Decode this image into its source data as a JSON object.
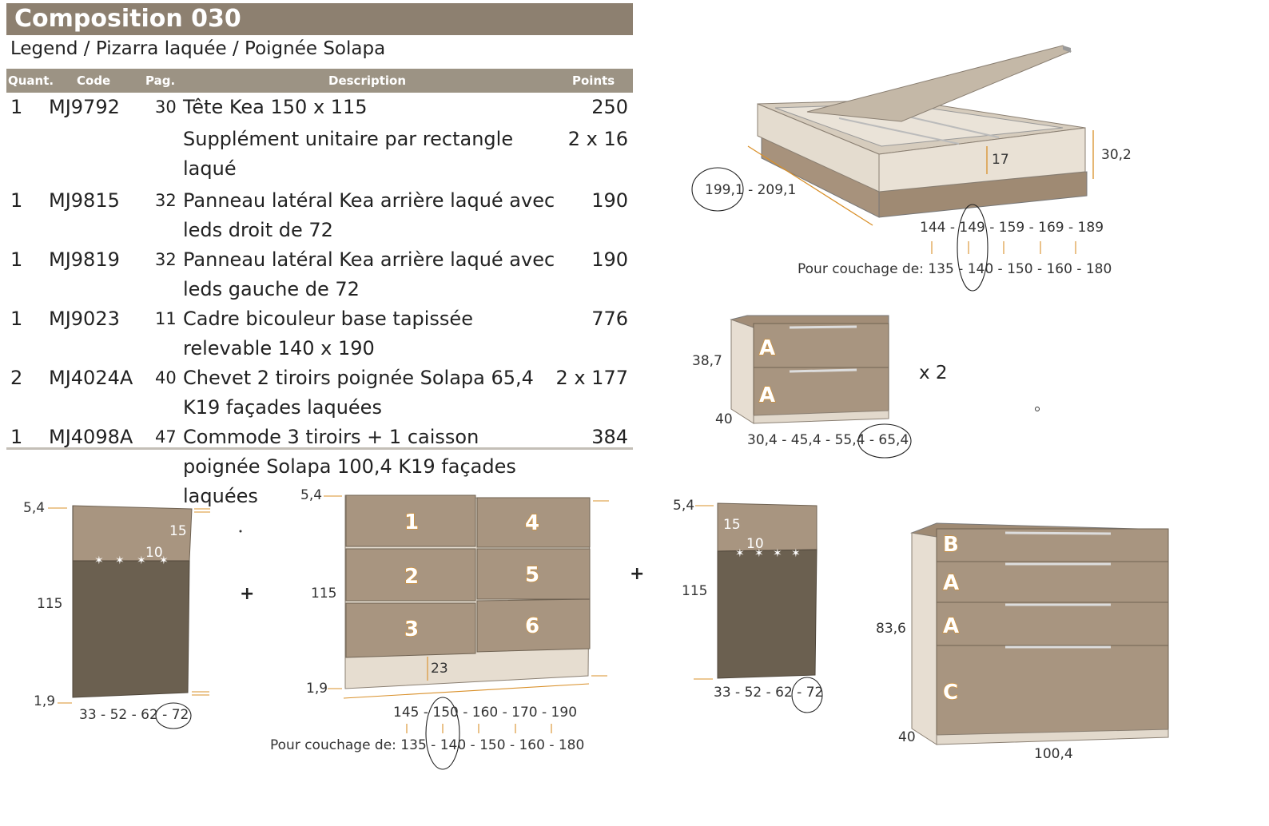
{
  "title": "Composition 030",
  "subtitle": "Legend / Pizarra laquée / Poignée Solapa",
  "table": {
    "headers": {
      "quant": "Quant.",
      "code": "Code",
      "pag": "Pag.",
      "description": "Description",
      "points": "Points"
    },
    "rows": [
      {
        "quant": "1",
        "code": "MJ9792",
        "pag": "30",
        "description": "Tête Kea 150 x 115",
        "points": "250"
      },
      {
        "quant": "",
        "code": "",
        "pag": "",
        "description": "Supplément unitaire par rectangle laqué",
        "points": "2 x 16"
      },
      {
        "quant": "1",
        "code": "MJ9815",
        "pag": "32",
        "description": "Panneau latéral Kea arrière laqué avec leds droit de 72",
        "points": "190"
      },
      {
        "quant": "1",
        "code": "MJ9819",
        "pag": "32",
        "description": "Panneau latéral Kea arrière laqué avec leds gauche de 72",
        "points": "190"
      },
      {
        "quant": "1",
        "code": "MJ9023",
        "pag": "11",
        "description": "Cadre bicouleur base tapissée relevable 140 x 190",
        "points": "776"
      },
      {
        "quant": "2",
        "code": "MJ4024A",
        "pag": "40",
        "description": "Chevet 2 tiroirs poignée Solapa 65,4 K19 façades laquées",
        "points": "2 x 177"
      },
      {
        "quant": "1",
        "code": "MJ4098A",
        "pag": "47",
        "description": "Commode 3 tiroirs + 1 caisson poignée Solapa 100,4 K19 façades laquées",
        "points": "384"
      }
    ]
  },
  "bed": {
    "length": "199,1 - 209,1",
    "height_inner": "17",
    "height": "30,2",
    "widths": "144 - 149 - 159 - 169 - 189",
    "couchage": "Pour couchage de: 135 - 140 - 150 - 160 - 180"
  },
  "nightstand": {
    "height": "38,7",
    "depth": "40",
    "widths": "30,4 - 45,4 - 55,4 - 65,4",
    "qty": "x 2",
    "drawer_labels": [
      "A",
      "A"
    ]
  },
  "panel_left": {
    "top": "5,4",
    "height": "115",
    "bottom": "1,9",
    "widths": "33 - 52 - 62 - 72",
    "dim_a": "15",
    "dim_b": "10"
  },
  "headboard": {
    "top": "5,4",
    "height": "115",
    "bottom": "1,9",
    "base": "23",
    "widths": "145 - 150 - 160 - 170 - 190",
    "couchage": "Pour couchage de: 135 - 140 - 150 - 160 - 180",
    "panel_numbers": [
      "1",
      "2",
      "3",
      "4",
      "5",
      "6"
    ]
  },
  "panel_right": {
    "top": "5,4",
    "height": "115",
    "widths": "33 - 52 - 62 - 72",
    "dim_a": "15",
    "dim_b": "10"
  },
  "dresser": {
    "height": "83,6",
    "depth": "40",
    "width": "100,4",
    "drawer_labels": [
      "B",
      "A",
      "A",
      "C"
    ]
  },
  "plus": "+",
  "colors": {
    "title_bg": "#8d8070",
    "header_bg": "#9c9384",
    "lacquer": "#a89580",
    "slate": "#6b6050",
    "cream": "#e6ddd0",
    "accent": "#d9902a"
  }
}
